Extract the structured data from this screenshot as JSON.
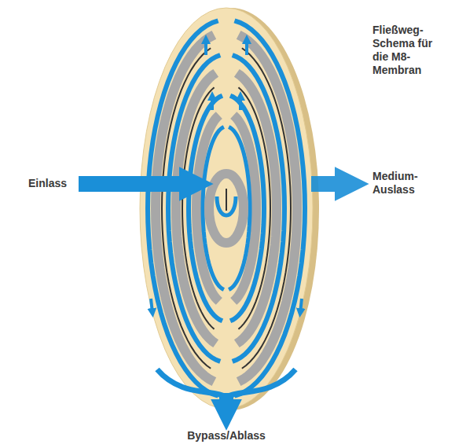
{
  "diagram": {
    "title": "Fließweg-Schema für die M8-Membran",
    "labels": [
      "Einlass",
      "Medium-Auslass",
      "Bypass/Ablass"
    ]
  }
}
